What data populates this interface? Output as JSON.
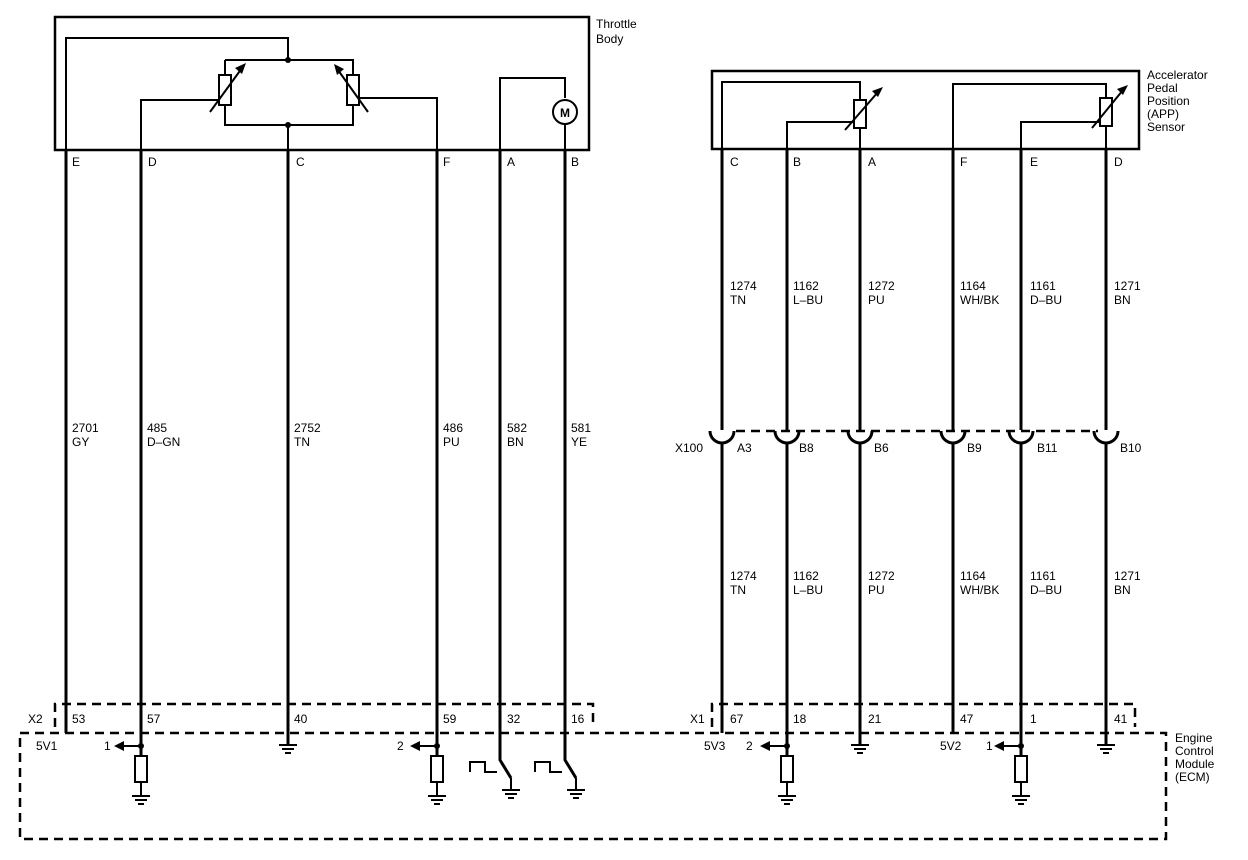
{
  "components": {
    "throttle_body": {
      "label_lines": [
        "Throttle",
        "Body"
      ],
      "motor_symbol": "M"
    },
    "app_sensor": {
      "label_lines": [
        "Accelerator",
        "Pedal",
        "Position",
        "(APP)",
        "Sensor"
      ]
    },
    "ecm": {
      "label_lines": [
        "Engine",
        "Control",
        "Module",
        "(ECM)"
      ]
    }
  },
  "connectors": {
    "x2": "X2",
    "x1": "X1",
    "x100": "X100"
  },
  "throttle_circuits": [
    {
      "pin": "E",
      "circuit": "2701",
      "color": "GY",
      "ecm_pin": "53"
    },
    {
      "pin": "D",
      "circuit": "485",
      "color": "D–GN",
      "ecm_pin": "57"
    },
    {
      "pin": "C",
      "circuit": "2752",
      "color": "TN",
      "ecm_pin": "40"
    },
    {
      "pin": "F",
      "circuit": "486",
      "color": "PU",
      "ecm_pin": "59"
    },
    {
      "pin": "A",
      "circuit": "582",
      "color": "BN",
      "ecm_pin": "32"
    },
    {
      "pin": "B",
      "circuit": "581",
      "color": "YE",
      "ecm_pin": "16"
    }
  ],
  "app_circuits": [
    {
      "pin": "C",
      "circuit": "1274",
      "color": "TN",
      "x100_pin": "A3",
      "ecm_pin": "67"
    },
    {
      "pin": "B",
      "circuit": "1162",
      "color": "L–BU",
      "x100_pin": "B8",
      "ecm_pin": "18"
    },
    {
      "pin": "A",
      "circuit": "1272",
      "color": "PU",
      "x100_pin": "B6",
      "ecm_pin": "21"
    },
    {
      "pin": "F",
      "circuit": "1164",
      "color": "WH/BK",
      "x100_pin": "B9",
      "ecm_pin": "47"
    },
    {
      "pin": "E",
      "circuit": "1161",
      "color": "D–BU",
      "x100_pin": "B11",
      "ecm_pin": "1"
    },
    {
      "pin": "D",
      "circuit": "1271",
      "color": "BN",
      "x100_pin": "B10",
      "ecm_pin": "41"
    }
  ],
  "ecm_labels": {
    "ref_5v1": "5V1",
    "ref_5v2": "5V2",
    "ref_5v3": "5V3",
    "signal_1_left": "1",
    "signal_2_left": "2",
    "signal_2_right": "2",
    "signal_1_right": "1"
  }
}
